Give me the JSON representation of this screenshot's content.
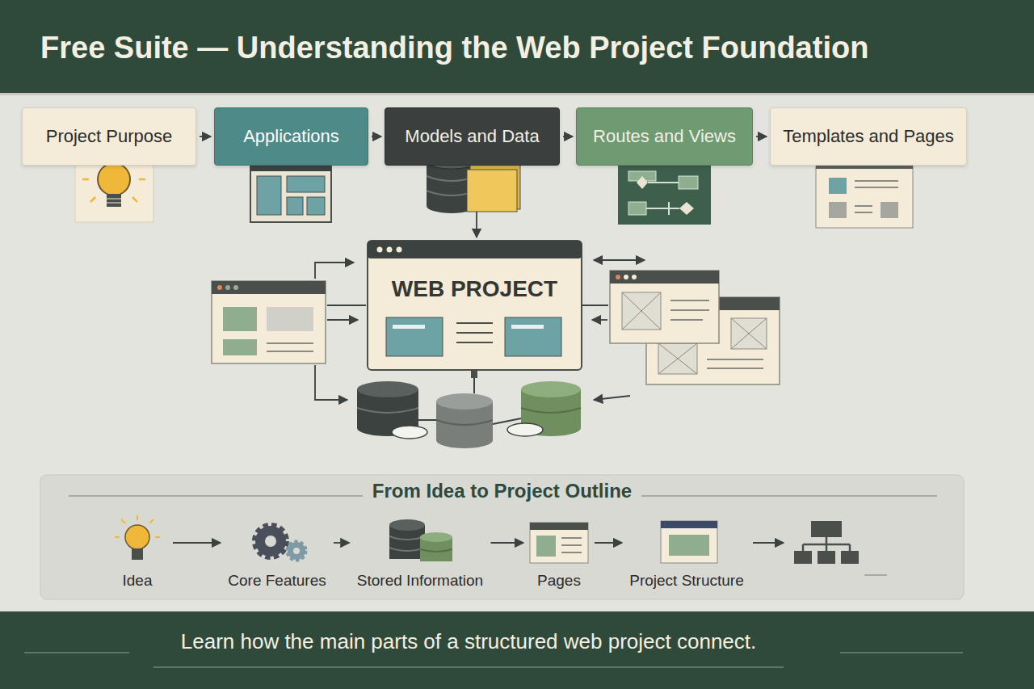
{
  "diagram": {
    "title": "Free Suite — Understanding the Web Project Foundation",
    "caption": "Learn how the main parts of a structured web project connect.",
    "nodes": [
      {
        "text": [
          "Project Purpose"
        ]
      },
      {
        "text": [
          "Applications"
        ]
      },
      {
        "text": [
          "Models and Data"
        ]
      },
      {
        "text": [
          "Routes and Views"
        ]
      },
      {
        "text": [
          "Templates and Pages"
        ]
      },
      {
        "text": [
          "WEB PROJECT"
        ]
      },
      {
        "text": [
          "From Idea to Project Outline"
        ]
      },
      {
        "text": [
          "Idea"
        ],
        "in": 6
      },
      {
        "text": [
          "Core Features"
        ],
        "in": 6
      },
      {
        "text": [
          "Stored Information"
        ],
        "in": 6
      },
      {
        "text": [
          "Pages"
        ],
        "in": 6
      },
      {
        "text": [
          "Project Structure"
        ],
        "in": 6
      }
    ],
    "edges": [
      {
        "from": 0,
        "to": 1,
        "arrow": "to"
      },
      {
        "from": 1,
        "to": 2,
        "arrow": "to"
      },
      {
        "from": 2,
        "to": 3,
        "arrow": "to"
      },
      {
        "from": 3,
        "to": 4,
        "arrow": "to"
      },
      {
        "from": 2,
        "to": 5,
        "arrow": "both"
      },
      {
        "from": 7,
        "to": 8,
        "arrow": "to"
      },
      {
        "from": 8,
        "to": 9,
        "arrow": "to"
      },
      {
        "from": 9,
        "to": 10,
        "arrow": "to"
      },
      {
        "from": 10,
        "to": 11,
        "arrow": "to"
      }
    ]
  }
}
